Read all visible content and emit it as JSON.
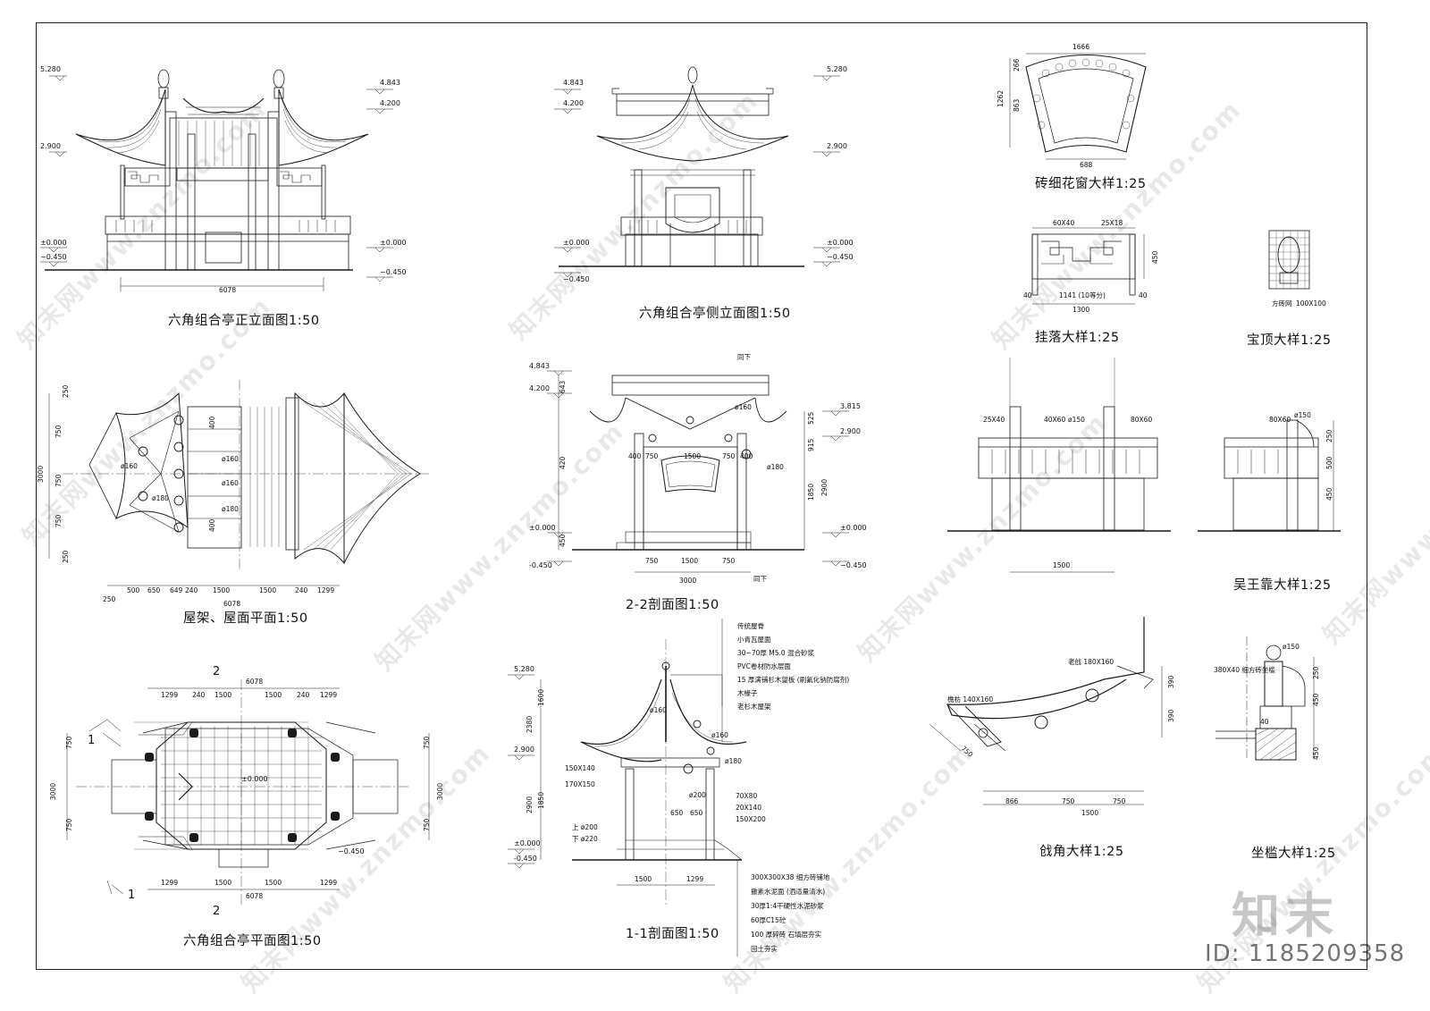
{
  "panels": {
    "front_elevation": "六角组合亭正立面图1:50",
    "side_elevation": "六角组合亭侧立面图1:50",
    "brick_window": "砖细花窗大样1:25",
    "hanging_fret": "挂落大样1:25",
    "finial": "宝顶大样1:25",
    "roof_plan": "屋架、屋面平面1:50",
    "section_22": "2-2剖面图1:50",
    "bench_back": "吴王靠大样1:25",
    "plan": "六角组合亭平面图1:50",
    "section_11": "1-1剖面图1:50",
    "corner_detail": "戗角大样1:25",
    "seat_detail": "坐槛大样1:25"
  },
  "elevations": {
    "e5280": "5.280",
    "e4843": "4.843",
    "e4200": "4.200",
    "e3815": "3.815",
    "e2900": "2.900",
    "e0000": "±0.000",
    "e0450": "−0.450",
    "e0450b": "-0.450"
  },
  "dims": {
    "d6078": "6078",
    "d3000": "3000",
    "d1500": "1500",
    "d1299": "1299",
    "d750": "750",
    "d240": "240",
    "d500": "500",
    "d650": "650",
    "d649": "649",
    "d250": "250",
    "d400": "400",
    "d1300": "1300",
    "d1141": "1141 (10等分)",
    "d1666": "1666",
    "d688": "688",
    "d1262": "1262",
    "d863": "863",
    "d266": "266",
    "d60x40": "60X40",
    "d25x18": "25X18",
    "d25x40": "25X40",
    "d40x60": "40X60",
    "d80x60": "80X60",
    "d100x100": "100X100",
    "d866": "866",
    "d390": "390",
    "d1600": "1600",
    "d2380": "2380",
    "d1850": "1850",
    "d2900": "2900",
    "d643": "643",
    "d525": "525",
    "d915": "915",
    "d420": "420",
    "d450": "450",
    "d40": "40"
  },
  "members": {
    "m160": "ø160",
    "m180": "ø180",
    "m200": "ø200",
    "m150": "ø150",
    "m_up200": "上 ø200",
    "m_dn220": "下 ø220",
    "m150x140": "150X140",
    "m170x150": "170X150",
    "m70x80": "70X80",
    "m20x140": "20X140",
    "m150x200": "150X200",
    "m140x160": "檐枋 140X160",
    "m180x160": "老戗 180X160",
    "m380x40": "380X40 细方砖坐槛",
    "m_finial": "方砖网",
    "m_tongxia": "同下"
  },
  "roof_layers": [
    "传统屋脊",
    "小青瓦屋面",
    "30~70厚 M5.0 混合砂浆",
    "PVC卷材防水层面",
    "15 厚满铺杉木望板 (刷氟化钠防腐剂)",
    "木椽子",
    "老杉木屋架"
  ],
  "floor_layers": [
    "300X300X38 细方砖铺地",
    "撒素水泥面 (洒适量清水)",
    "30厚1:4干硬性水泥砂浆",
    "60厚C15砼",
    "100 厚碎砖 石填层夯实",
    "回土夯实"
  ],
  "annotations": {
    "section_mark_1": "1",
    "section_mark_2": "2",
    "plan_center": "±0.000"
  },
  "watermarks": {
    "site": "知末网www.znzmo.com",
    "brand": "知末",
    "image_id": "ID: 1185209358"
  },
  "colors": {
    "line": "#1a1a1a",
    "paper": "#ffffff"
  }
}
